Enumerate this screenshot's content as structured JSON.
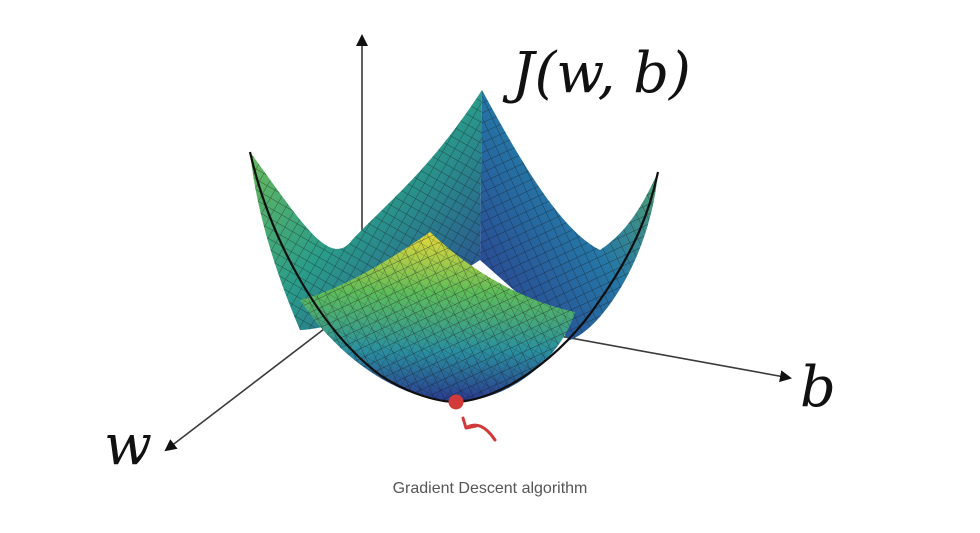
{
  "figure": {
    "surface_label": "J(w, b)",
    "axis_b_label": "b",
    "axis_w_label": "w",
    "caption": "Gradient Descent algorithm"
  },
  "colors": {
    "axis": "#3a3a3a",
    "mesh": "#1a1a1a",
    "surface_low": "#2c3b8c",
    "surface_mid": "#25a07c",
    "surface_high": "#e6d83a",
    "minimum_marker": "#d23a3a"
  },
  "icons": {
    "minimum_point": "minimum-dot-icon",
    "pointer_arrow": "curved-arrow-icon"
  }
}
